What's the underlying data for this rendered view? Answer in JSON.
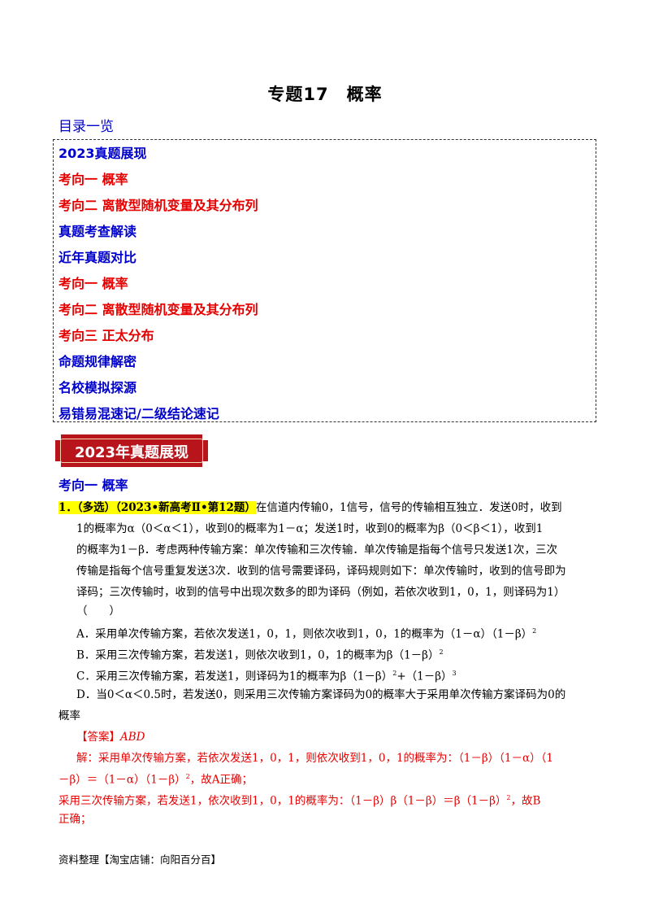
{
  "title": "专题17　概率",
  "toc": {
    "heading": "目录一览",
    "items": [
      {
        "label": "2023真题展现",
        "color": "blue"
      },
      {
        "label": "考向一 概率",
        "color": "red"
      },
      {
        "label": "考向二 离散型随机变量及其分布列",
        "color": "red"
      },
      {
        "label": "真题考查解读",
        "color": "blue"
      },
      {
        "label": "近年真题对比",
        "color": "blue"
      },
      {
        "label": "考向一 概率",
        "color": "red"
      },
      {
        "label": "考向二 离散型随机变量及其分布列",
        "color": "red"
      },
      {
        "label": "考向三 正太分布",
        "color": "red"
      },
      {
        "label": "命题规律解密",
        "color": "blue"
      },
      {
        "label": "名校模拟探源",
        "color": "blue"
      },
      {
        "label": "易错易混速记/二级结论速记",
        "color": "blue"
      }
    ]
  },
  "banner": "2023年真题展现",
  "section_heading": "考向一 概率",
  "question": {
    "tag": "1．（多选）（2023•新高考Ⅱ•第12题）",
    "lines": [
      "在信道内传输0，1信号，信号的传输相互独立．发送0时，收到",
      "1的概率为α（0＜α＜1），收到0的概率为1－α；发送1时，收到0的概率为β（0＜β＜1），收到1",
      "的概率为1－β．考虑两种传输方案：单次传输和三次传输．单次传输是指每个信号只发送1次，三次",
      "传输是指每个信号重复发送3次．收到的信号需要译码，译码规则如下：单次传输时，收到的信号即为",
      "译码；三次传输时，收到的信号中出现次数多的即为译码（例如，若依次收到1，0，1，则译码为1）",
      "（　　）"
    ],
    "options": {
      "A": "A．采用单次传输方案，若依次发送1，0，1，则依次收到1，0，1的概率为（1－α）（1－β）",
      "A_sup": "2",
      "B": "B．采用三次传输方案，若发送1，则依次收到1，0，1的概率为β（1－β）",
      "B_sup": "2",
      "C1": "C．采用三次传输方案，若发送1，则译码为1的概率为β（1－β）",
      "C_sup1": "2",
      "C2": "+（1－β）",
      "C_sup2": "3",
      "D1": "D．当0＜α＜0.5时，若发送0，则采用三次传输方案译码为0的概率大于采用单次传输方案译码为0的",
      "D2": "概率"
    }
  },
  "answer": {
    "label": "【答案】",
    "value": "ABD",
    "lines": [
      "解：采用单次传输方案，若依次发送1，0，1，则依次收到1，0，1的概率为：（1－β）（1－α）（1",
      "－β）＝（1－α）（1－β）",
      "，故A正确；",
      "采用三次传输方案，若发送1，依次收到1，0，1的概率为：（1－β）β（1－β）＝β（1－β）",
      "，故B",
      "正确；"
    ],
    "sup": "2"
  },
  "footer": "资料整理【淘宝店铺：向阳百分百】"
}
